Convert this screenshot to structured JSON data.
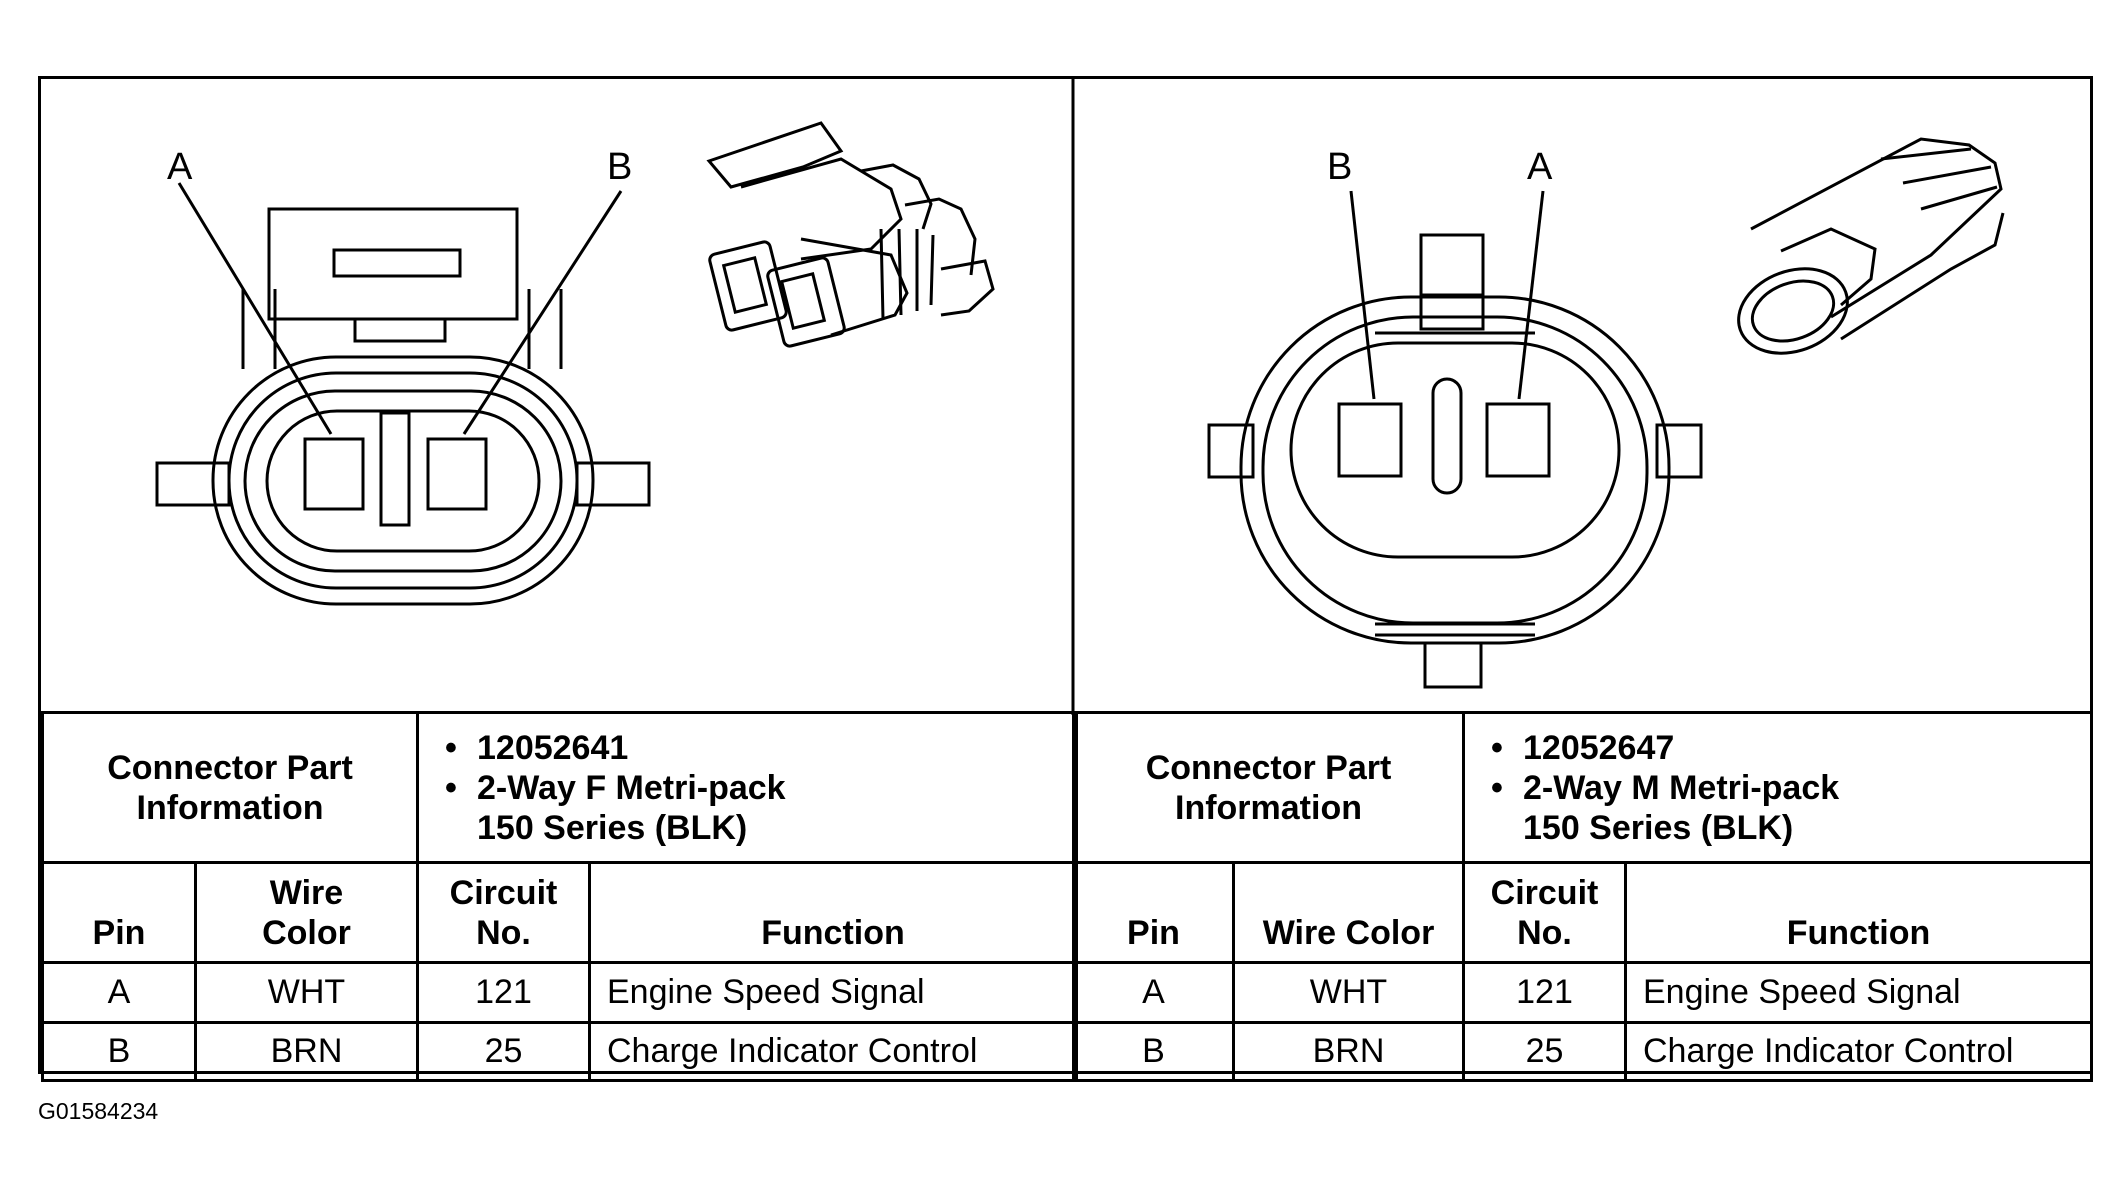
{
  "figure_id": "G01584234",
  "connectors": [
    {
      "pins_diagram": [
        "A",
        "B"
      ],
      "part_info_label_line1": "Connector Part",
      "part_info_label_line2": "Information",
      "part_number": "12052641",
      "description_line1": "2-Way F Metri-pack",
      "description_line2": "150 Series (BLK)",
      "columns": {
        "pin": "Pin",
        "wire_color_line1": "Wire",
        "wire_color_line2": "Color",
        "circuit_line1": "Circuit",
        "circuit_line2": "No.",
        "function": "Function"
      },
      "rows": [
        {
          "pin": "A",
          "wire_color": "WHT",
          "circuit": "121",
          "function": "Engine Speed Signal"
        },
        {
          "pin": "B",
          "wire_color": "BRN",
          "circuit": "25",
          "function": "Charge Indicator Control"
        }
      ]
    },
    {
      "pins_diagram": [
        "B",
        "A"
      ],
      "part_info_label_line1": "Connector Part",
      "part_info_label_line2": "Information",
      "part_number": "12052647",
      "description_line1": "2-Way M Metri-pack",
      "description_line2": "150 Series (BLK)",
      "columns": {
        "pin": "Pin",
        "wire_color": "Wire Color",
        "circuit_line1": "Circuit",
        "circuit_line2": "No.",
        "function": "Function"
      },
      "rows": [
        {
          "pin": "A",
          "wire_color": "WHT",
          "circuit": "121",
          "function": "Engine Speed Signal"
        },
        {
          "pin": "B",
          "wire_color": "BRN",
          "circuit": "25",
          "function": "Charge Indicator Control"
        }
      ]
    }
  ]
}
